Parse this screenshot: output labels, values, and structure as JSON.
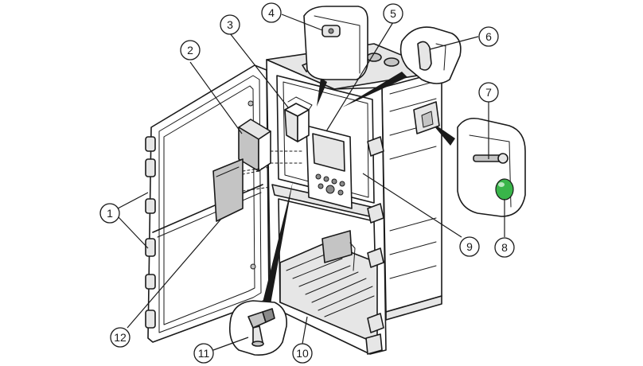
{
  "callouts": {
    "c1": "1",
    "c2": "2",
    "c3": "3",
    "c4": "4",
    "c5": "5",
    "c6": "6",
    "c7": "7",
    "c8": "8",
    "c9": "9",
    "c10": "10",
    "c11": "11",
    "c12": "12"
  },
  "colors": {
    "indicator_led": "#39b54a",
    "line": "#1a1a1a"
  }
}
